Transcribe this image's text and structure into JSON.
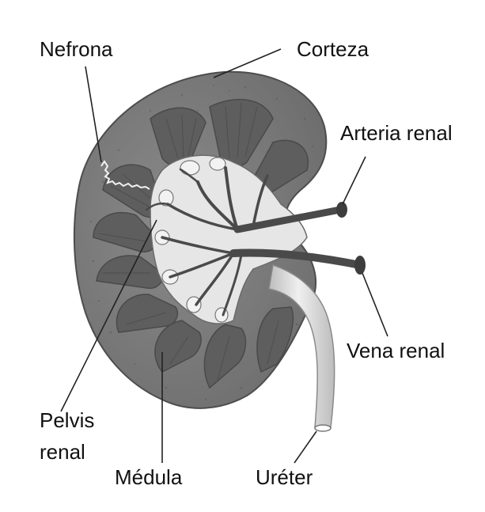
{
  "labels": {
    "nefrona": "Nefrona",
    "corteza": "Corteza",
    "arteria_renal": "Arteria renal",
    "vena_renal": "Vena renal",
    "pelvis_line1": "Pelvis",
    "pelvis_line2": "renal",
    "medula": "Médula",
    "ureter": "Uréter"
  },
  "colors": {
    "cortex": "#7a7a7a",
    "pyramid": "#5e5e5e",
    "pyramid_stripe": "#4c4c4c",
    "pelvis": "#e6e6e6",
    "vessel": "#4a4a4a",
    "ureter": "#d9d9d9",
    "leader_line": "#222222"
  }
}
